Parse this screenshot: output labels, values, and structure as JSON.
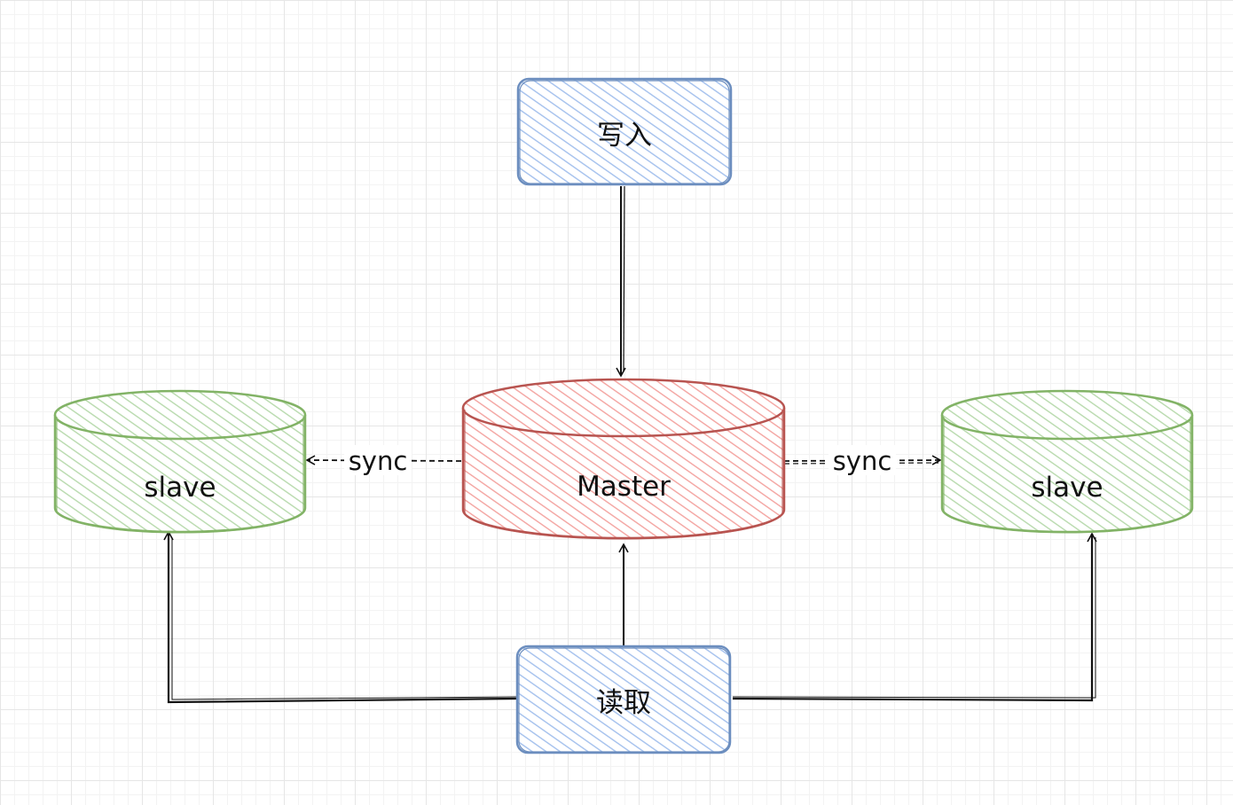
{
  "nodes": {
    "write": {
      "label": "写入"
    },
    "read": {
      "label": "读取"
    },
    "master": {
      "label": "Master"
    },
    "slave_left": {
      "label": "slave"
    },
    "slave_right": {
      "label": "slave"
    }
  },
  "edges": {
    "sync_left": {
      "label": "sync"
    },
    "sync_right": {
      "label": "sync"
    }
  },
  "colors": {
    "blue_stroke": "#6c8ebf",
    "blue_fill": "#dae8fc",
    "red_stroke": "#b85450",
    "red_fill": "#f8cecc",
    "green_stroke": "#82b366",
    "green_fill": "#d5e8d4",
    "line": "#111111"
  }
}
